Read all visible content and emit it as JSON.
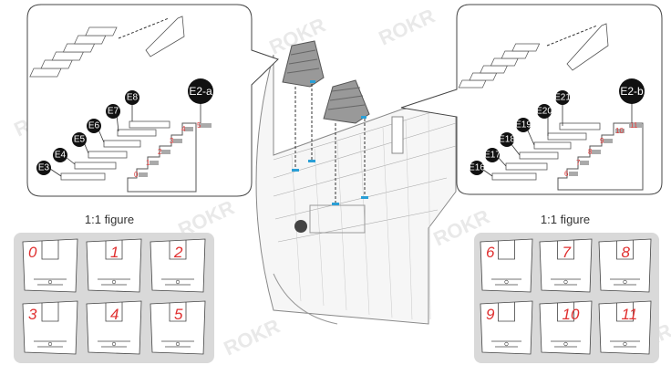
{
  "watermark": "ROKR",
  "left_callout": {
    "badge": "E2-a",
    "parts": [
      "E3",
      "E4",
      "E5",
      "E6",
      "E7",
      "E8"
    ],
    "step_numbers": [
      "0",
      "1",
      "2",
      "3",
      "4",
      "5"
    ]
  },
  "right_callout": {
    "badge": "E2-b",
    "parts": [
      "E16",
      "E17",
      "E18",
      "E19",
      "E20",
      "E21"
    ],
    "step_numbers": [
      "6",
      "7",
      "8",
      "9",
      "10",
      "11"
    ]
  },
  "left_figure": {
    "caption": "1:1 figure",
    "cards": [
      "0",
      "1",
      "2",
      "3",
      "4",
      "5"
    ]
  },
  "right_figure": {
    "caption": "1:1 figure",
    "cards": [
      "6",
      "7",
      "8",
      "9",
      "10",
      "11"
    ]
  },
  "colors": {
    "accent_red": "#e03030",
    "panel_gray": "#d9d9d9",
    "connector_blue": "#2a9fd6"
  }
}
